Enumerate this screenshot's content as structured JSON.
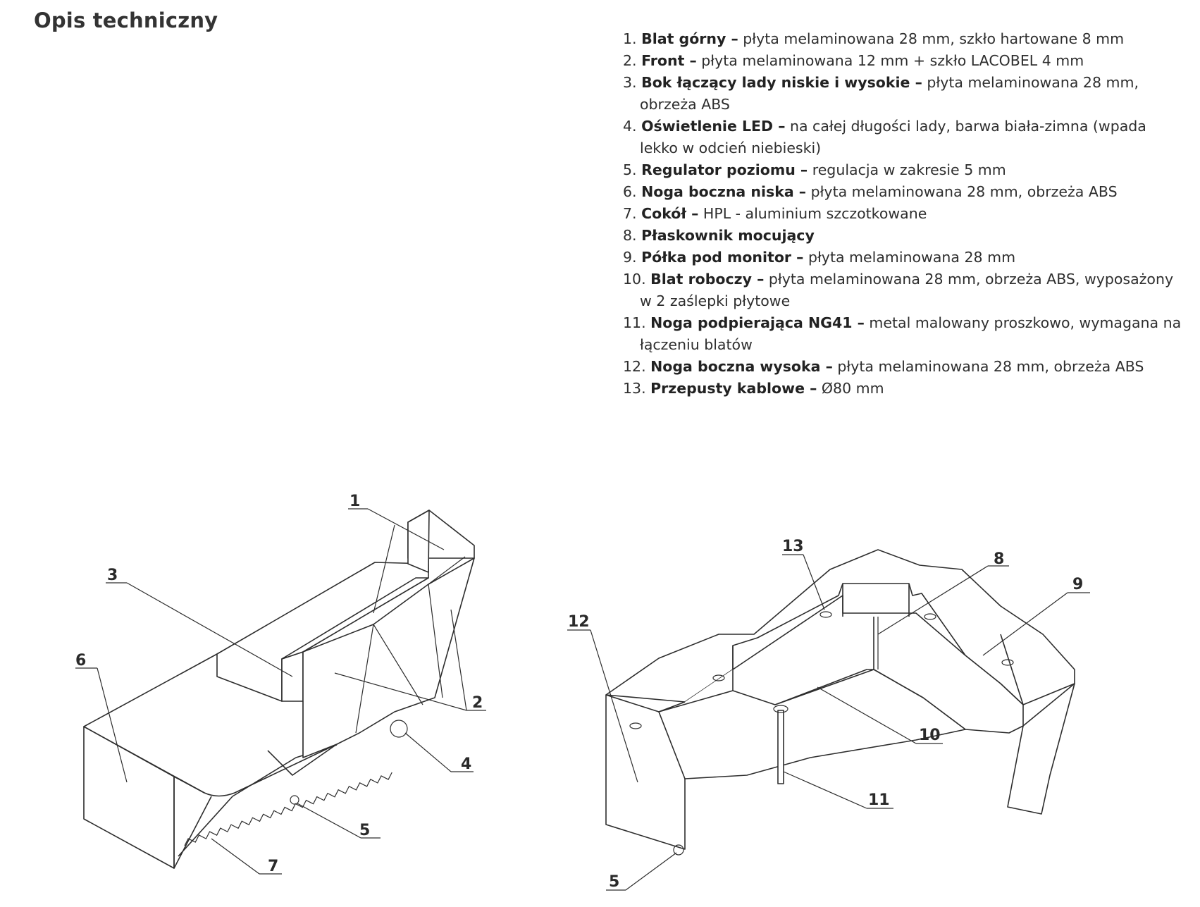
{
  "title": "Opis techniczny",
  "spec": [
    {
      "num": "1.",
      "name": "Blat górny –",
      "desc": "płyta melaminowana 28 mm, szkło hartowane 8 mm"
    },
    {
      "num": "2.",
      "name": "Front –",
      "desc": "płyta melaminowana 12 mm + szkło LACOBEL 4 mm"
    },
    {
      "num": "3.",
      "name": "Bok łączący lady niskie i wysokie –",
      "desc": "płyta melaminowana 28 mm, obrzeża ABS"
    },
    {
      "num": "4.",
      "name": "Oświetlenie LED –",
      "desc": "na całej długości lady, barwa biała-zimna (wpada lekko w odcień niebieski)"
    },
    {
      "num": "5.",
      "name": "Regulator poziomu –",
      "desc": "regulacja w zakresie 5 mm"
    },
    {
      "num": "6.",
      "name": "Noga boczna niska –",
      "desc": "płyta melaminowana 28 mm, obrzeża ABS"
    },
    {
      "num": "7.",
      "name": "Cokół –",
      "desc": "HPL - aluminium szczotkowane"
    },
    {
      "num": "8.",
      "name": "Płaskownik mocujący",
      "desc": ""
    },
    {
      "num": "9.",
      "name": "Półka pod monitor –",
      "desc": "płyta melaminowana 28 mm"
    },
    {
      "num": "10.",
      "name": "Blat roboczy –",
      "desc": "płyta melaminowana 28 mm, obrzeża ABS, wyposażony w 2 zaślepki płytowe"
    },
    {
      "num": "11.",
      "name": " Noga podpierająca NG41 –",
      "desc": "metal malowany proszkowo, wymagana na łączeniu blatów"
    },
    {
      "num": "12.",
      "name": "Noga boczna wysoka –",
      "desc": "płyta melaminowana 28 mm, obrzeża ABS"
    },
    {
      "num": "13.",
      "name": "Przepusty kablowe –",
      "desc": "Ø80 mm"
    }
  ],
  "left_callouts": [
    "1",
    "3",
    "6",
    "2",
    "4",
    "5",
    "7"
  ],
  "right_callouts": [
    "13",
    "8",
    "9",
    "12",
    "10",
    "11",
    "5"
  ]
}
